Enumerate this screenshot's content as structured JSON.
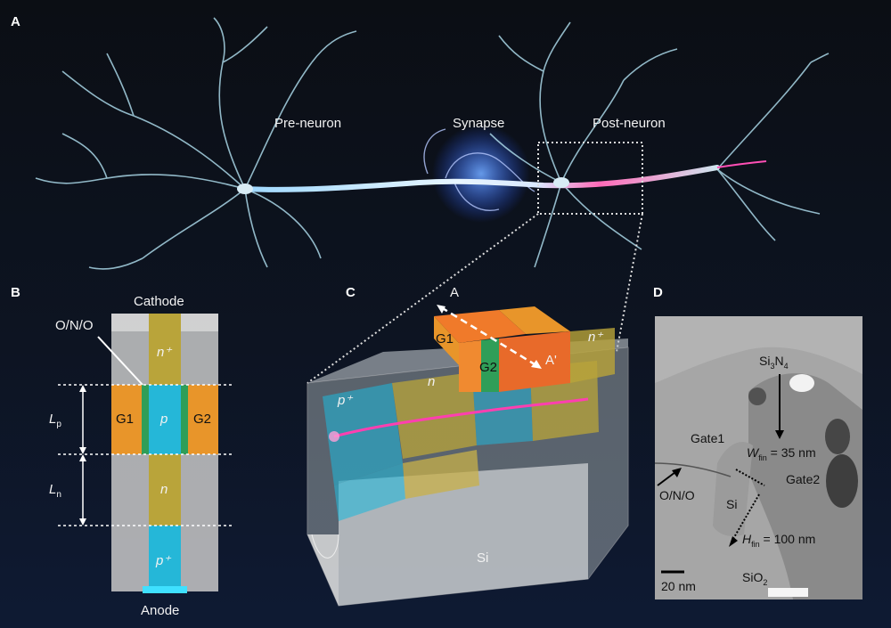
{
  "panels": {
    "a": {
      "letter": "A",
      "labels": {
        "pre": "Pre-neuron",
        "synapse": "Synapse",
        "post": "Post-neuron"
      }
    },
    "b": {
      "letter": "B",
      "cathode": "Cathode",
      "anode": "Anode",
      "ono": "O/N/O",
      "n_plus": "n⁺",
      "p_plus": "p⁺",
      "p": "p",
      "n": "n",
      "g1": "G1",
      "g2": "G2",
      "lp_main": "L",
      "lp_sub": "p",
      "ln_main": "L",
      "ln_sub": "n"
    },
    "c": {
      "letter": "C",
      "p_plus": "p⁺",
      "n": "n",
      "n_plus": "n⁺",
      "g1": "G1",
      "g2": "G2",
      "a": "A",
      "a_prime": "A'",
      "si": "Si"
    },
    "d": {
      "letter": "D",
      "si3n4_a": "Si",
      "si3n4_b": "3",
      "si3n4_c": "N",
      "si3n4_d": "4",
      "gate1": "Gate1",
      "gate2": "Gate2",
      "w_main": "W",
      "w_sub": "fin",
      "w_val": " = 35 nm",
      "ono": "O/N/O",
      "si": "Si",
      "h_main": "H",
      "h_sub": "fin",
      "h_val": " = 100 nm",
      "sio2_a": "SiO",
      "sio2_b": "2",
      "scale": "20 nm"
    }
  },
  "colors": {
    "orange": "#e8952a",
    "green": "#2f9e58",
    "cyan": "#25b7d8",
    "gold": "#b9a43a",
    "pink": "#ff3fb0",
    "neuron": "#a9d6e6"
  }
}
